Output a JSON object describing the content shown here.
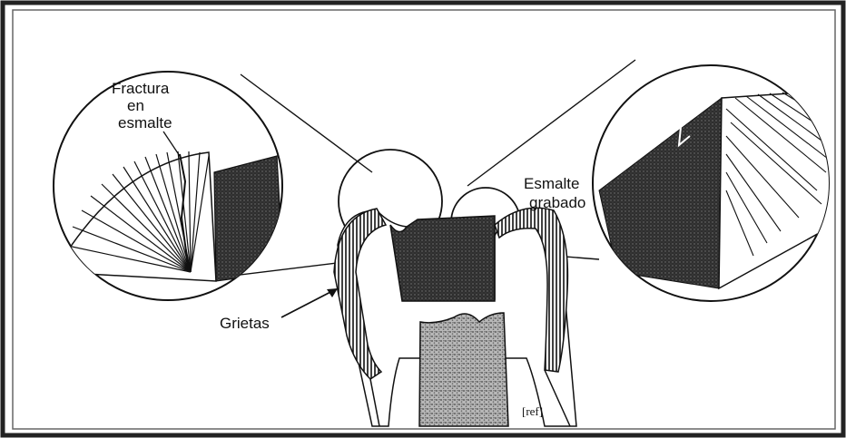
{
  "labels": {
    "fractura_line1": "Fractura",
    "fractura_line2": "en",
    "fractura_line3": "esmalte",
    "esmalte_line1": "Esmalte",
    "esmalte_line2": "grabado",
    "grietas": "Grietas",
    "signature": "[ref]"
  },
  "colors": {
    "ink": "#111111",
    "dark_fill": "#2b2b2b",
    "pulp_fill": "#9a9a9a",
    "background": "#ffffff",
    "border": "#222222"
  }
}
